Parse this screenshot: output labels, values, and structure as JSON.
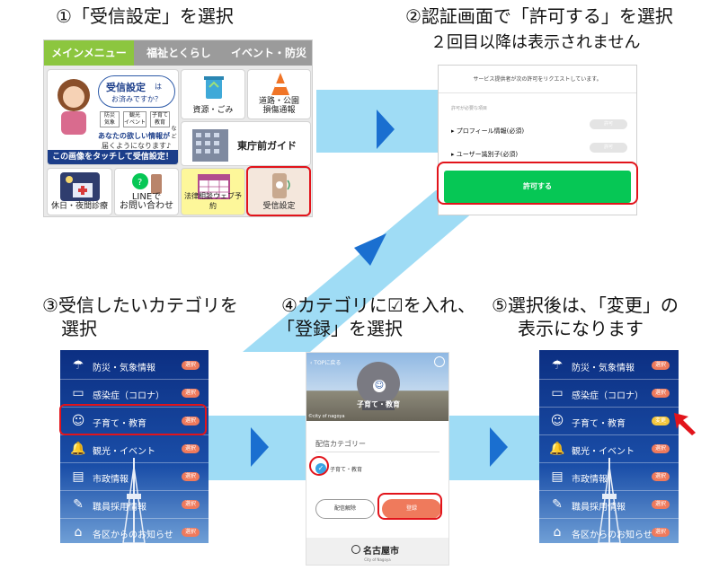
{
  "steps": {
    "s1": {
      "title": "①「受信設定」を選択"
    },
    "s2": {
      "title": "②認証画面で「許可する」を選択",
      "subtitle": "２回目以降は表示されません"
    },
    "s3": {
      "title_line1": "③受信したいカテゴリを",
      "title_line2": "選択"
    },
    "s4": {
      "title_line1": "④カテゴリに☑を入れ、",
      "title_line2": "「登録」を選択"
    },
    "s5": {
      "title_line1": "⑤選択後は、「変更」の",
      "title_line2": "表示になります"
    }
  },
  "menu": {
    "tabs": [
      "メインメニュー",
      "福祉とくらし",
      "イベント・防災"
    ],
    "banner": {
      "bubble_title": "受信設定",
      "bubble_suffix": "は",
      "bubble_line2": "お済みですか？",
      "chips": [
        "防災\n気象",
        "観光\nイベント",
        "子育て\n教育"
      ],
      "chip_more": "など",
      "note_line1": "あなたの欲しい情報が",
      "note_line2": "届くようになります♪",
      "footer": "この画像をタッチして受信設定！"
    },
    "tiles": {
      "garbage": "資源・ごみ",
      "road": "道路・公園\n損傷通報",
      "office": "東庁前ガイド",
      "night": "休日・夜間診療",
      "line": "LINEで\nお問い合わせ",
      "legal": "法律相談ウェブ予約",
      "receive": "受信設定"
    }
  },
  "auth": {
    "request": "サービス提供者が次の許可をリクエストしています。",
    "section": "許可が必要な項目",
    "item1": "プロフィール情報(必須)",
    "item2": "ユーザー識別子(必須)",
    "toggle": "許可",
    "allow_button": "許可する"
  },
  "categories": [
    {
      "icon": "☂",
      "label": "防災・気象情報",
      "btn": "選択"
    },
    {
      "icon": "▭",
      "label": "感染症（コロナ）",
      "btn": "選択"
    },
    {
      "icon": "☺",
      "label": "子育て・教育",
      "btn": "選択"
    },
    {
      "icon": "🔔",
      "label": "観光・イベント",
      "btn": "選択"
    },
    {
      "icon": "▤",
      "label": "市政情報",
      "btn": "選択"
    },
    {
      "icon": "✎",
      "label": "職員採用情報",
      "btn": "選択"
    },
    {
      "icon": "⌂",
      "label": "各区からのお知らせ",
      "btn": "選択"
    }
  ],
  "phone5_selected_btn": "変更",
  "register": {
    "back": "‹ TOPに戻る",
    "caption": "©city of nagoya",
    "category_title": "子育て・教育",
    "label": "配信カテゴリー",
    "checkbox_label": "子育て・教育",
    "cancel": "配信解除",
    "register": "登録",
    "footer_logo": "名古屋市",
    "footer_sub": "City of Nagoya"
  },
  "colors": {
    "band": "#9fdcf5",
    "arrow": "#1a6fd0",
    "highlight": "#e2141b",
    "allow_green": "#06c755",
    "phone_navy": "#0f2f7a",
    "select_pill": "#ef7a5c",
    "change_pill": "#f3c63d"
  }
}
